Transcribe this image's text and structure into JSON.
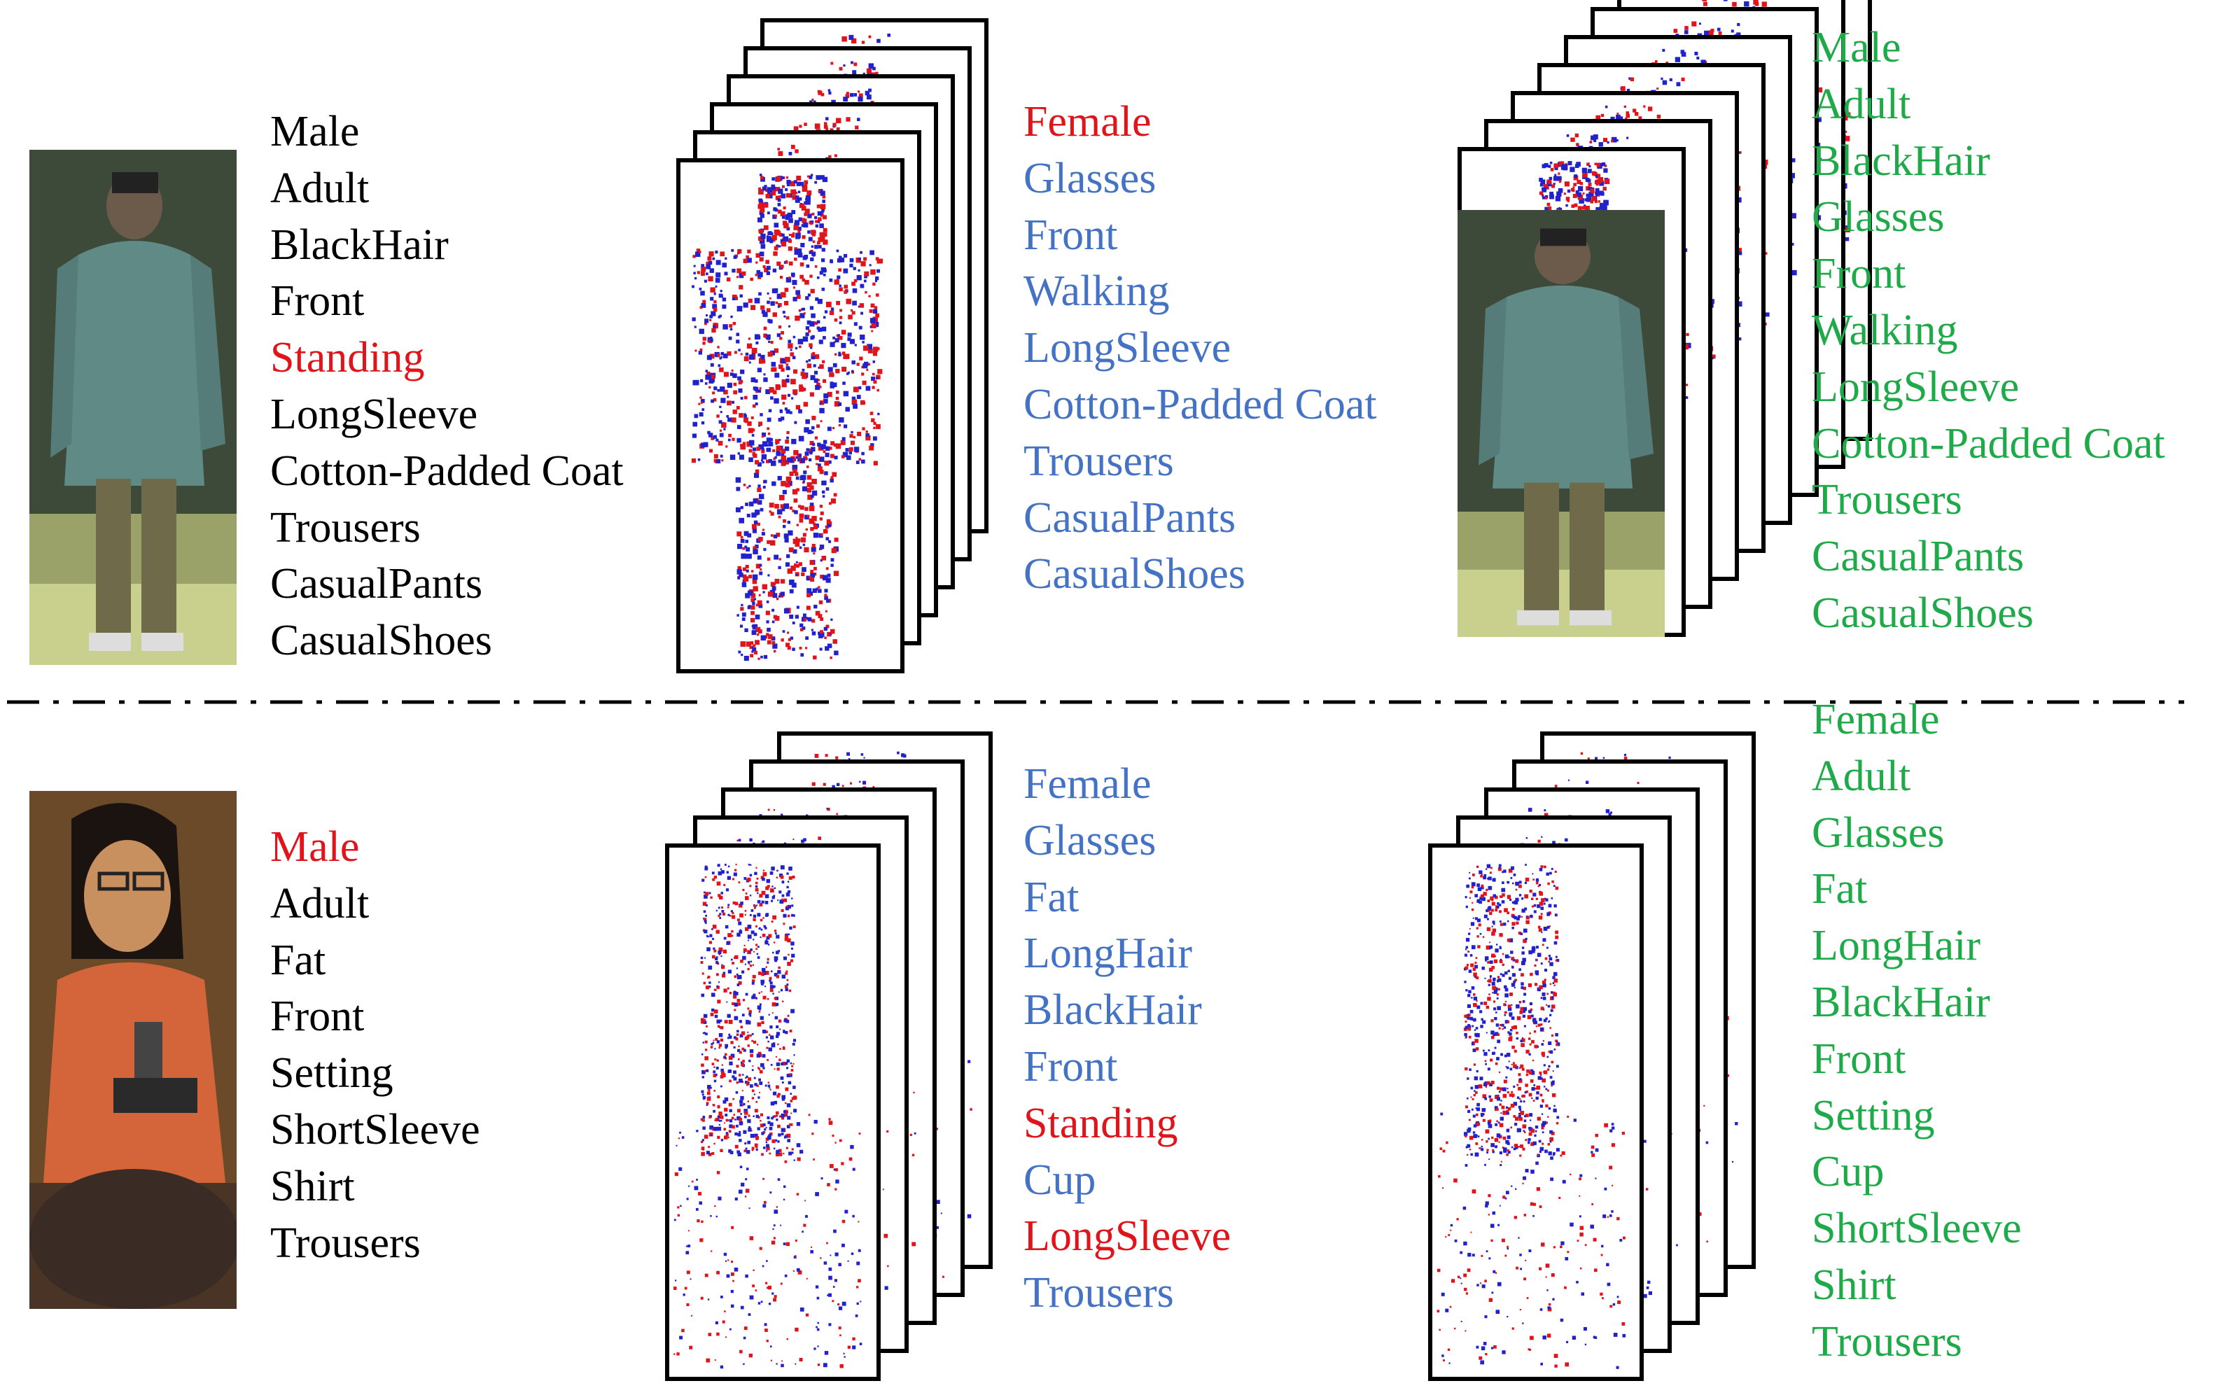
{
  "colors": {
    "ground_truth": "#000000",
    "wrong": "#e0141b",
    "baseline_prediction": "#4472c4",
    "our_prediction": "#1faa4a",
    "event_positive": "#e0141b",
    "event_negative": "#2222cc"
  },
  "row1": {
    "ground_truth": [
      {
        "text": "Male",
        "tone": "black"
      },
      {
        "text": "Adult",
        "tone": "black"
      },
      {
        "text": "BlackHair",
        "tone": "black"
      },
      {
        "text": "Front",
        "tone": "black"
      },
      {
        "text": "Standing",
        "tone": "red"
      },
      {
        "text": "LongSleeve",
        "tone": "black"
      },
      {
        "text": "Cotton-Padded Coat",
        "tone": "black"
      },
      {
        "text": "Trousers",
        "tone": "black"
      },
      {
        "text": "CasualPants",
        "tone": "black"
      },
      {
        "text": "CasualShoes",
        "tone": "black"
      }
    ],
    "event_prediction": [
      {
        "text": "Female",
        "tone": "red"
      },
      {
        "text": "Glasses",
        "tone": "blue"
      },
      {
        "text": "Front",
        "tone": "blue"
      },
      {
        "text": "Walking",
        "tone": "blue"
      },
      {
        "text": "LongSleeve",
        "tone": "blue"
      },
      {
        "text": "Cotton-Padded Coat",
        "tone": "blue"
      },
      {
        "text": "Trousers",
        "tone": "blue"
      },
      {
        "text": "CasualPants",
        "tone": "blue"
      },
      {
        "text": "CasualShoes",
        "tone": "blue"
      }
    ],
    "fused_prediction": [
      {
        "text": "Male",
        "tone": "green"
      },
      {
        "text": "Adult",
        "tone": "green"
      },
      {
        "text": "BlackHair",
        "tone": "green"
      },
      {
        "text": "Glasses",
        "tone": "green"
      },
      {
        "text": "Front",
        "tone": "green"
      },
      {
        "text": "Walking",
        "tone": "green"
      },
      {
        "text": "LongSleeve",
        "tone": "green"
      },
      {
        "text": "Cotton-Padded Coat",
        "tone": "green"
      },
      {
        "text": "Trousers",
        "tone": "green"
      },
      {
        "text": "CasualPants",
        "tone": "green"
      },
      {
        "text": "CasualShoes",
        "tone": "green"
      }
    ]
  },
  "row2": {
    "ground_truth": [
      {
        "text": "Male",
        "tone": "red"
      },
      {
        "text": "Adult",
        "tone": "black"
      },
      {
        "text": "Fat",
        "tone": "black"
      },
      {
        "text": "Front",
        "tone": "black"
      },
      {
        "text": "Setting",
        "tone": "black"
      },
      {
        "text": "ShortSleeve",
        "tone": "black"
      },
      {
        "text": "Shirt",
        "tone": "black"
      },
      {
        "text": "Trousers",
        "tone": "black"
      }
    ],
    "event_prediction": [
      {
        "text": "Female",
        "tone": "blue"
      },
      {
        "text": "Glasses",
        "tone": "blue"
      },
      {
        "text": "Fat",
        "tone": "blue"
      },
      {
        "text": "LongHair",
        "tone": "blue"
      },
      {
        "text": "BlackHair",
        "tone": "blue"
      },
      {
        "text": "Front",
        "tone": "blue"
      },
      {
        "text": "Standing",
        "tone": "red"
      },
      {
        "text": "Cup",
        "tone": "blue"
      },
      {
        "text": "LongSleeve",
        "tone": "red"
      },
      {
        "text": "Trousers",
        "tone": "blue"
      }
    ],
    "fused_prediction": [
      {
        "text": "Female",
        "tone": "green"
      },
      {
        "text": "Adult",
        "tone": "green"
      },
      {
        "text": "Glasses",
        "tone": "green"
      },
      {
        "text": "Fat",
        "tone": "green"
      },
      {
        "text": "LongHair",
        "tone": "green"
      },
      {
        "text": "BlackHair",
        "tone": "green"
      },
      {
        "text": "Front",
        "tone": "green"
      },
      {
        "text": "Setting",
        "tone": "green"
      },
      {
        "text": "Cup",
        "tone": "green"
      },
      {
        "text": "ShortSleeve",
        "tone": "green"
      },
      {
        "text": "Shirt",
        "tone": "green"
      },
      {
        "text": "Trousers",
        "tone": "green"
      }
    ]
  }
}
